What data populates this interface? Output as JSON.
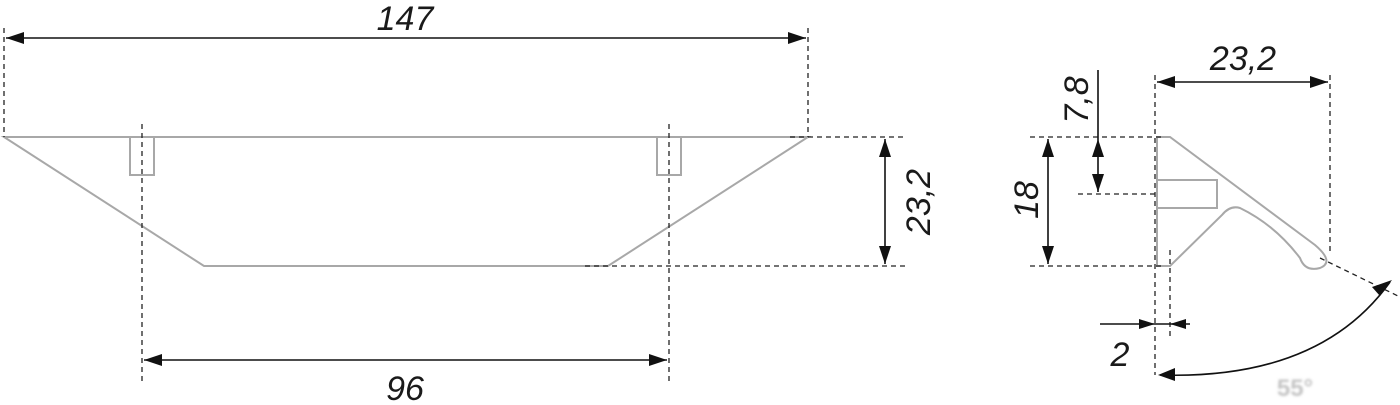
{
  "front_view": {
    "overall_length": "147",
    "hole_spacing": "96",
    "height": "23,2"
  },
  "side_view": {
    "depth": "23,2",
    "offset": "7,8",
    "base_height": "18",
    "thickness": "2",
    "angle": "55°"
  }
}
